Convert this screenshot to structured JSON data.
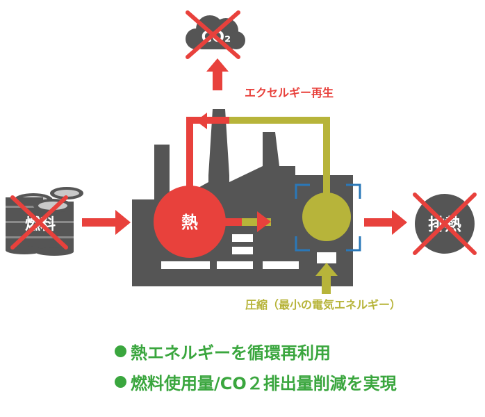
{
  "colors": {
    "factory": "#555555",
    "red": "#e8413c",
    "olive": "#b7b43a",
    "blue": "#2a78b8",
    "green": "#3aa63e",
    "white": "#ffffff"
  },
  "labels": {
    "co2": "CO₂",
    "fuel": "燃料",
    "heat": "熱",
    "exhaust": "排熱",
    "excel_regen": "エクセルギー再生",
    "compression": "圧縮（最小の電気エネルギー）"
  },
  "bullets": [
    "熱エネルギーを循環再利用",
    "燃料使用量/CO２排出量削減を実現"
  ]
}
